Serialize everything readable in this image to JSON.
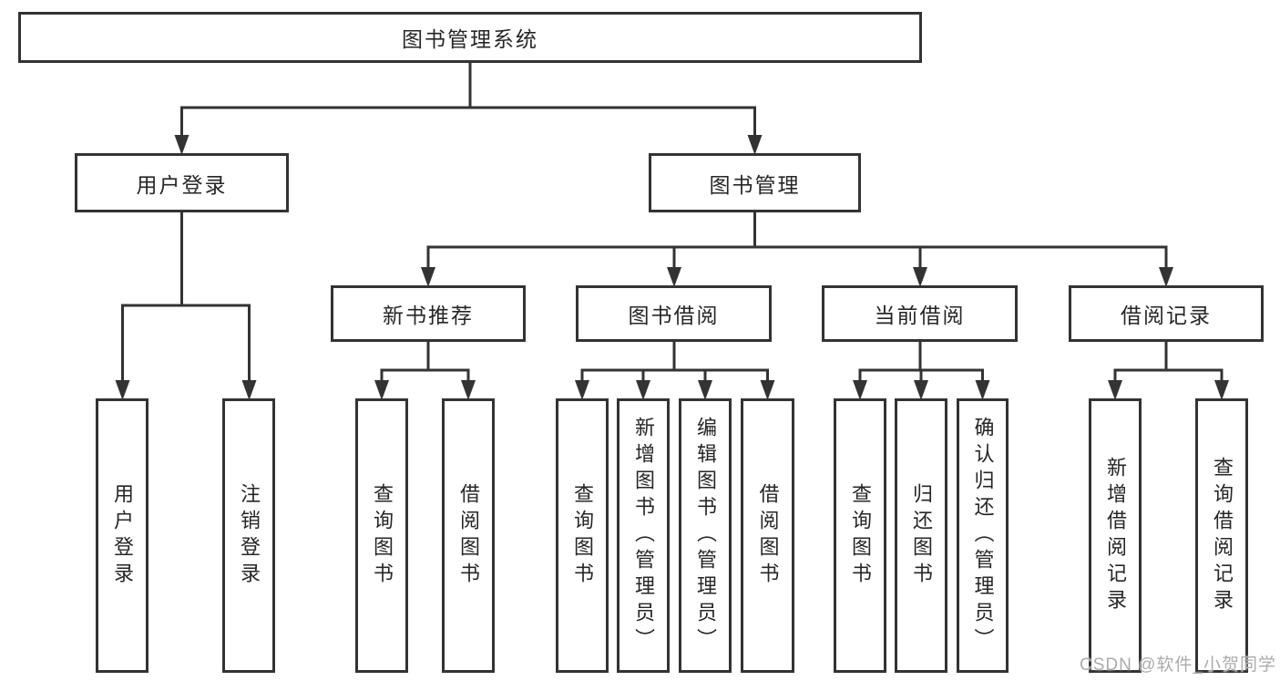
{
  "diagram": {
    "type": "tree",
    "title": "图书管理系统",
    "nodes": {
      "root": "图书管理系统",
      "user_login": "用户登录",
      "book_mgmt": "图书管理",
      "new_book_rec": "新书推荐",
      "book_borrow": "图书借阅",
      "current_borrow": "当前借阅",
      "borrow_records": "借阅记录",
      "leaf_user_login": "用户登录",
      "leaf_logout": "注销登录",
      "leaf_query_book_nb": "查询图书",
      "leaf_borrow_book_nb": "借阅图书",
      "leaf_query_book_bb": "查询图书",
      "leaf_add_book": "新增图书（管理员）",
      "leaf_edit_book": "编辑图书（管理员）",
      "leaf_borrow_book_bb": "借阅图书",
      "leaf_query_book_cb": "查询图书",
      "leaf_return_book": "归还图书",
      "leaf_confirm_return": "确认归还（管理员）",
      "leaf_add_record": "新增借阅记录",
      "leaf_query_record": "查询借阅记录"
    },
    "edges": [
      [
        "root",
        "user_login"
      ],
      [
        "root",
        "book_mgmt"
      ],
      [
        "user_login",
        "leaf_user_login"
      ],
      [
        "user_login",
        "leaf_logout"
      ],
      [
        "book_mgmt",
        "new_book_rec"
      ],
      [
        "book_mgmt",
        "book_borrow"
      ],
      [
        "book_mgmt",
        "current_borrow"
      ],
      [
        "book_mgmt",
        "borrow_records"
      ],
      [
        "new_book_rec",
        "leaf_query_book_nb"
      ],
      [
        "new_book_rec",
        "leaf_borrow_book_nb"
      ],
      [
        "book_borrow",
        "leaf_query_book_bb"
      ],
      [
        "book_borrow",
        "leaf_add_book"
      ],
      [
        "book_borrow",
        "leaf_edit_book"
      ],
      [
        "book_borrow",
        "leaf_borrow_book_bb"
      ],
      [
        "current_borrow",
        "leaf_query_book_cb"
      ],
      [
        "current_borrow",
        "leaf_return_book"
      ],
      [
        "current_borrow",
        "leaf_confirm_return"
      ],
      [
        "borrow_records",
        "leaf_add_record"
      ],
      [
        "borrow_records",
        "leaf_query_record"
      ]
    ]
  },
  "watermark": "CSDN @软件_小贺同学",
  "colors": {
    "line": "#333333",
    "border": "#333333",
    "text": "#262626",
    "watermark": "#ababab",
    "background": "#ffffff"
  }
}
